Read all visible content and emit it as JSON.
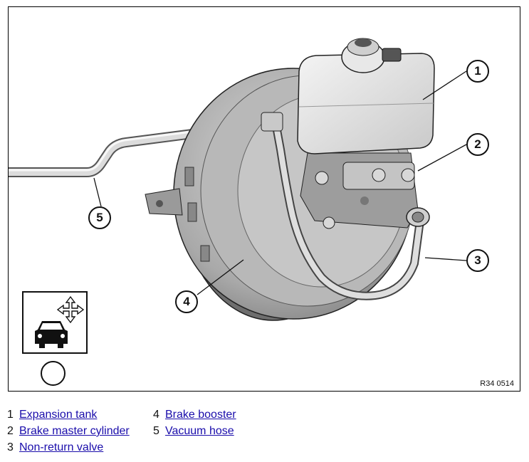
{
  "figure": {
    "reference_code": "R34 0514",
    "callouts": [
      "1",
      "2",
      "3",
      "4",
      "5"
    ]
  },
  "legend": [
    {
      "number": "1",
      "label": "Expansion tank"
    },
    {
      "number": "2",
      "label": "Brake master cylinder"
    },
    {
      "number": "3",
      "label": "Non-return valve"
    },
    {
      "number": "4",
      "label": "Brake booster"
    },
    {
      "number": "5",
      "label": "Vacuum hose"
    }
  ],
  "colors": {
    "link": "#1a0dab",
    "part_fill": "#bfbfbf",
    "part_dark": "#8a8a8a",
    "outline": "#111111"
  },
  "icons": [
    "vehicle-front-icon",
    "four-way-arrow-icon",
    "orientation-circle-icon"
  ]
}
